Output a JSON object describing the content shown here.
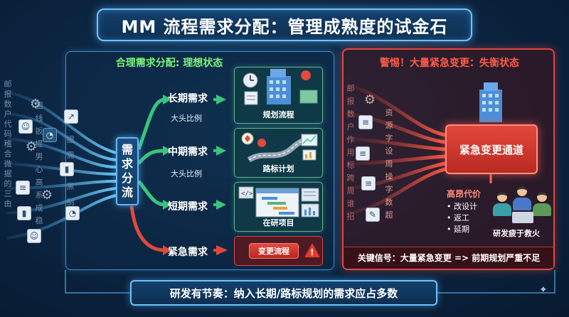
{
  "title": "MM 流程需求分配：管理成熟度的试金石",
  "ideal": {
    "heading": "合理需求分配: 理想状态",
    "stream_label": [
      "需",
      "求",
      "分",
      "流"
    ],
    "long_term": {
      "label": "长期需求",
      "ratio": "大头比例",
      "card": "规划流程"
    },
    "mid_term": {
      "label": "中期需求",
      "ratio": "大头比例",
      "card": "路标计划"
    },
    "short_term": {
      "label": "短期需求",
      "card": "在研项目"
    },
    "urgent": {
      "label": "紧急需求",
      "button": "变更流程",
      "warn_mark": "!"
    }
  },
  "unbalanced": {
    "heading": "警惕！大量紧急变更：失衡状态",
    "channel": "紧急变更通道",
    "cost_title": "高昂代价",
    "costs": [
      "改设计",
      "返工",
      "延期"
    ],
    "team_caption": "研发疲于救火",
    "signal": "关键信号：大量紧急变更 => 前期规划严重不足"
  },
  "bottom_note": "研发有节奏：纳入长期/路标规划的需求应占多数",
  "left_side_chars": {
    "col1": [
      "邮",
      "报",
      "数",
      "户",
      "代",
      "码",
      "稽",
      "合",
      "微",
      "据",
      "的",
      "三",
      "由"
    ],
    "col2": [
      "国",
      "线",
      "扳",
      "提",
      "男",
      "心",
      "高",
      "系",
      "成",
      "稳"
    ],
    "col3": [
      "据",
      "需",
      "源",
      "黑",
      "制"
    ]
  },
  "right_side_chars": {
    "col1": [
      "邮",
      "报",
      "数",
      "户",
      "作",
      "用",
      "标",
      "跨",
      "周",
      "谁",
      "招"
    ],
    "col2": [
      "资",
      "源",
      "字",
      "设",
      "周",
      "操",
      "字",
      "数",
      "超"
    ]
  },
  "colors": {
    "ideal_accent": "#7df27a",
    "alert_accent": "#ff5a4a",
    "frame": "#6ec3ff"
  }
}
